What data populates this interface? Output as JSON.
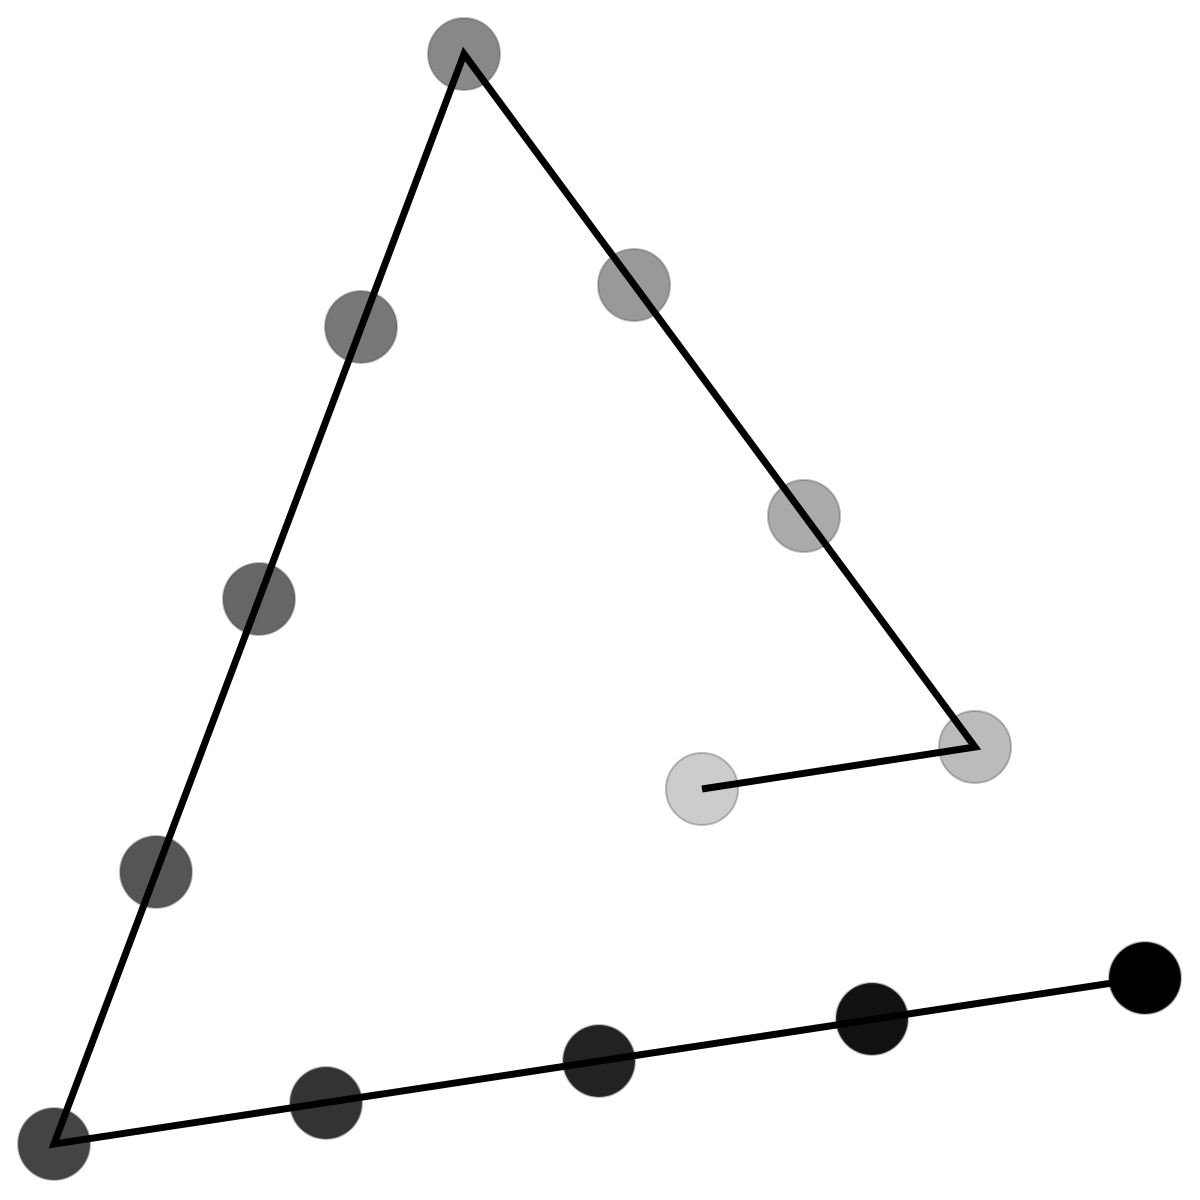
{
  "diagram": {
    "path_color": "#000000",
    "marker_outline_color": "#444444",
    "markers": [
      {
        "id": 1,
        "fill": "#000000"
      },
      {
        "id": 2,
        "fill": "#111111"
      },
      {
        "id": 3,
        "fill": "#222222"
      },
      {
        "id": 4,
        "fill": "#333333"
      },
      {
        "id": 5,
        "fill": "#444444"
      },
      {
        "id": 6,
        "fill": "#555555"
      },
      {
        "id": 7,
        "fill": "#666666"
      },
      {
        "id": 8,
        "fill": "#777777"
      },
      {
        "id": 9,
        "fill": "#888888"
      },
      {
        "id": 10,
        "fill": "#999999"
      },
      {
        "id": 11,
        "fill": "#aaaaaa"
      },
      {
        "id": 12,
        "fill": "#bbbbbb"
      },
      {
        "id": 13,
        "fill": "#cccccc"
      },
      {
        "id": 14,
        "fill": "#dddddd"
      }
    ]
  }
}
